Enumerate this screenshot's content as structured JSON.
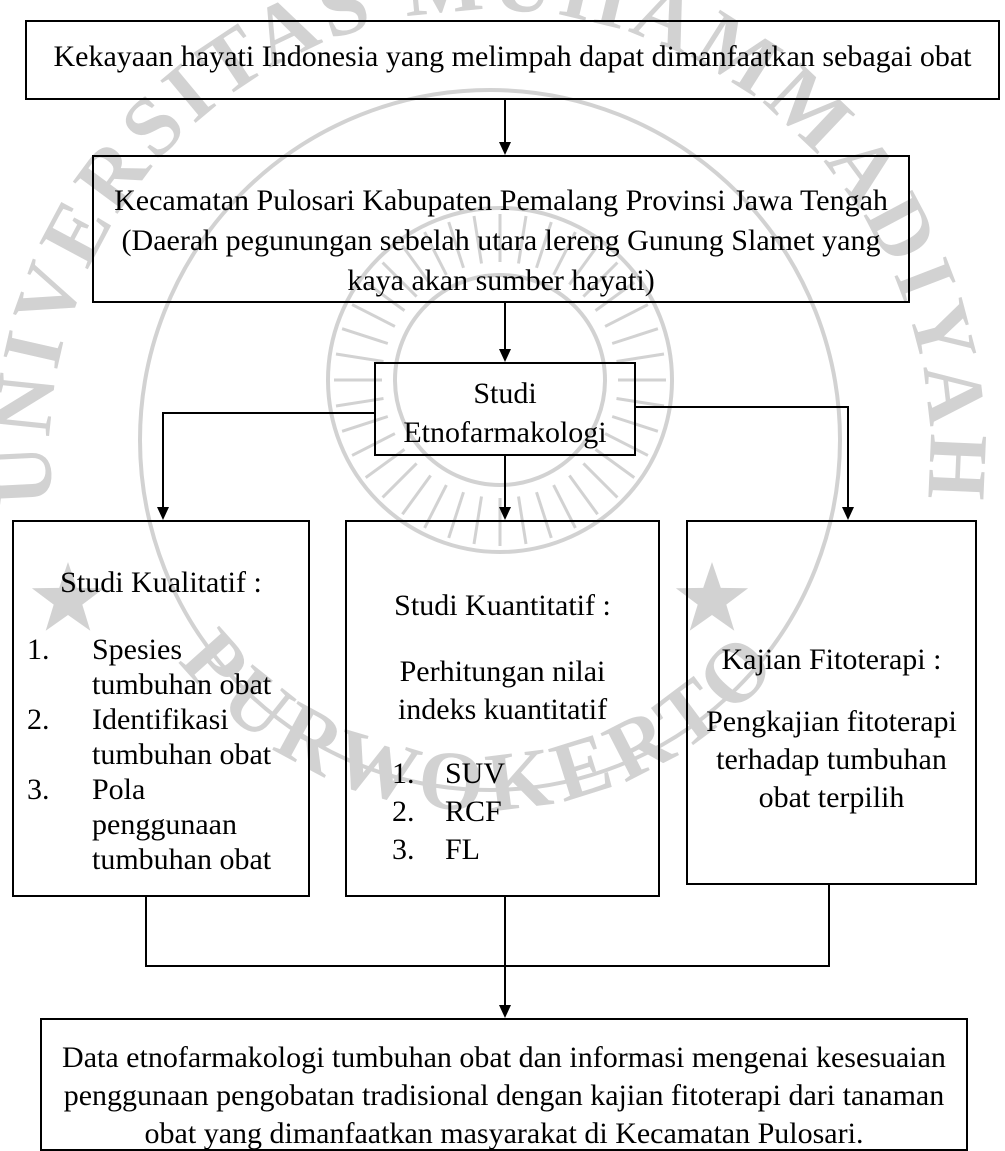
{
  "diagram": {
    "nodes": {
      "source": {
        "text": "Kekayaan hayati Indonesia yang melimpah dapat dimanfaatkan sebagai obat"
      },
      "location": {
        "lines": [
          "Kecamatan Pulosari Kabupaten Pemalang Provinsi Jawa Tengah",
          "(Daerah pegunungan sebelah utara lereng Gunung Slamet yang",
          "kaya akan sumber hayati)"
        ]
      },
      "method": {
        "lines": [
          "Studi",
          "Etnofarmakologi"
        ]
      },
      "qualitative": {
        "title": "Studi Kualitatif :",
        "items": [
          {
            "number": "1.",
            "lines": [
              "Spesies",
              "tumbuhan obat"
            ]
          },
          {
            "number": "2.",
            "lines": [
              "Identifikasi",
              "tumbuhan obat"
            ]
          },
          {
            "number": "3.",
            "lines": [
              "Pola",
              "penggunaan",
              "tumbuhan obat"
            ]
          }
        ]
      },
      "quantitative": {
        "title": "Studi Kuantitatif :",
        "subtitle_lines": [
          "Perhitungan nilai",
          "indeks kuantitatif"
        ],
        "items": [
          {
            "number": "1.",
            "text": "SUV"
          },
          {
            "number": "2.",
            "text": "RCF"
          },
          {
            "number": "3.",
            "text": "FL"
          }
        ]
      },
      "phytotherapy": {
        "title": "Kajian Fitoterapi :",
        "lines": [
          "Pengkajian fitoterapi",
          "terhadap tumbuhan",
          "obat terpilih"
        ]
      },
      "output": {
        "lines": [
          "Data etnofarmakologi tumbuhan obat dan informasi mengenai kesesuaian",
          "penggunaan pengobatan tradisional dengan kajian fitoterapi dari tanaman",
          "obat yang dimanfaatkan masyarakat di Kecamatan Pulosari."
        ]
      }
    }
  },
  "watermark": {
    "top_text": "UNIVERSITAS MUHAMMADIYAH",
    "bottom_text": "PURWOKERTO",
    "color": "#d2d2d2"
  },
  "colors": {
    "line": "#000000",
    "text": "#000000",
    "background": "#ffffff"
  }
}
